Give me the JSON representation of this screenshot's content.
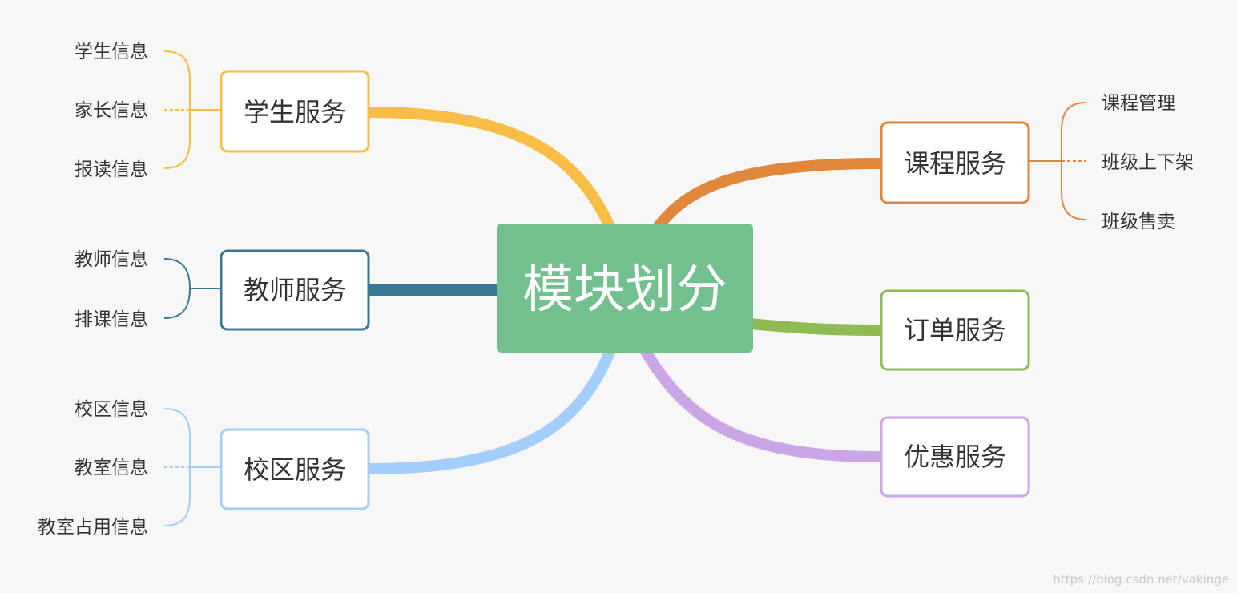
{
  "center": {
    "label": "模块划分",
    "color": "#72c08e"
  },
  "branches": [
    {
      "id": "student",
      "label": "学生服务",
      "color": "#f7bd45",
      "leaves": [
        "学生信息",
        "家长信息",
        "报读信息"
      ]
    },
    {
      "id": "teacher",
      "label": "教师服务",
      "color": "#3a7894",
      "leaves": [
        "教师信息",
        "排课信息"
      ]
    },
    {
      "id": "campus",
      "label": "校区服务",
      "color": "#a3cdfa",
      "leaves": [
        "校区信息",
        "教室信息",
        "教室占用信息"
      ]
    },
    {
      "id": "course",
      "label": "课程服务",
      "color": "#e1873c",
      "leaves": [
        "课程管理",
        "班级上下架",
        "班级售卖"
      ]
    },
    {
      "id": "order",
      "label": "订单服务",
      "color": "#8fbb54",
      "leaves": []
    },
    {
      "id": "discount",
      "label": "优惠服务",
      "color": "#cba6e6",
      "leaves": []
    }
  ],
  "watermark": "https://blog.csdn.net/vakinge"
}
